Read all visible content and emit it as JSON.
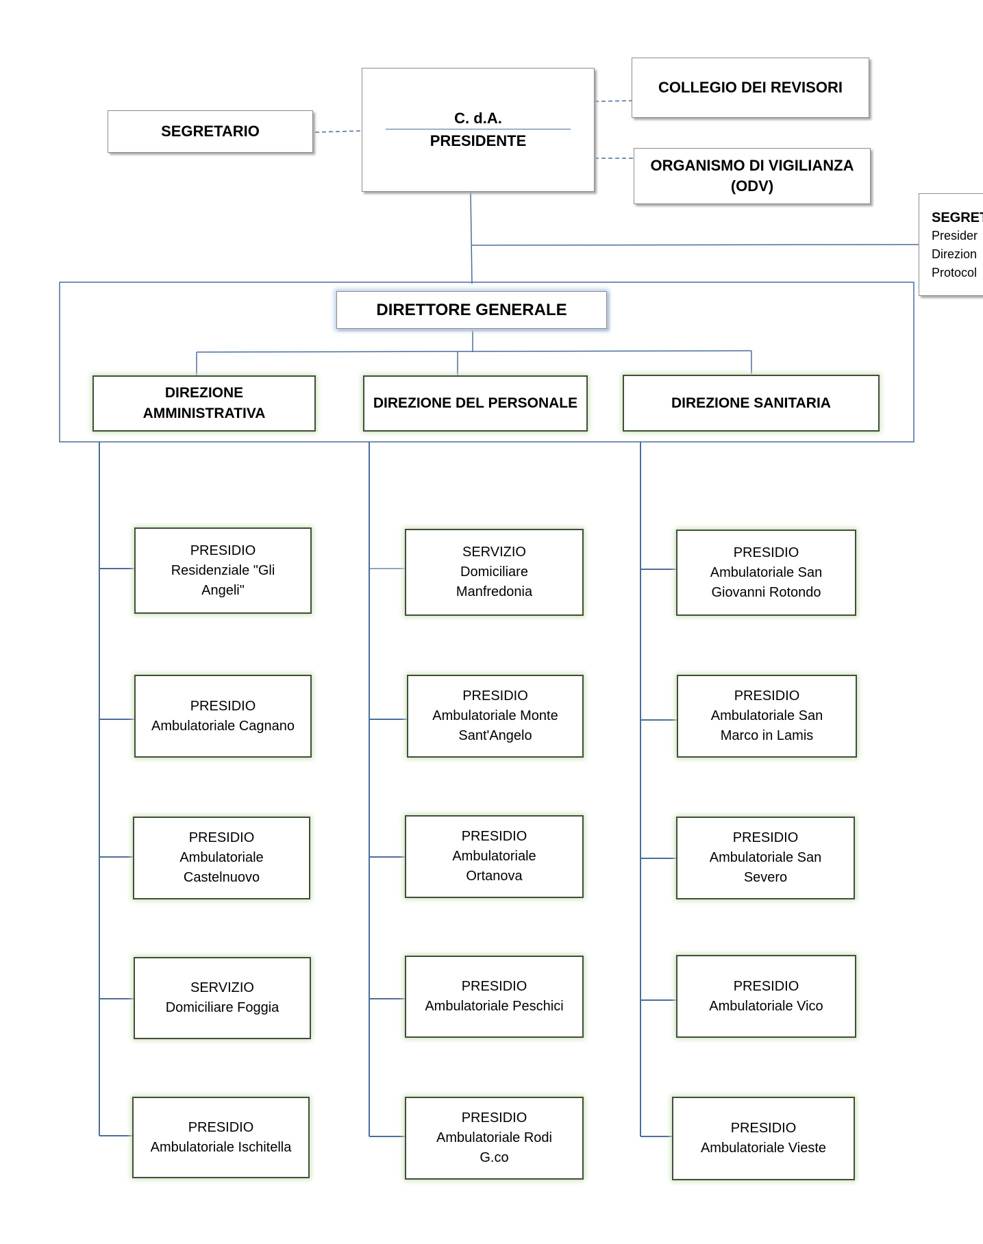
{
  "top": {
    "segretario": "SEGRETARIO",
    "cda": "C. d.A.",
    "presidente": "PRESIDENTE",
    "collegio": "COLLEGIO DEI REVISORI",
    "organismo": [
      "ORGANISMO DI VIGILIANZA",
      "(ODV)"
    ],
    "segreteria_cut": {
      "title": "SEGRET",
      "lines": [
        "Presider",
        "Direzion",
        "Protocol"
      ]
    }
  },
  "direttore_generale": "DIRETTORE GENERALE",
  "direzioni": {
    "amministrativa": [
      "DIREZIONE",
      "AMMINISTRATIVA"
    ],
    "personale": "DIREZIONE DEL PERSONALE",
    "sanitaria": "DIREZIONE SANITARIA"
  },
  "columns": {
    "amministrativa": [
      [
        "PRESIDIO",
        "Residenziale \"Gli",
        "Angeli\""
      ],
      [
        "PRESIDIO",
        "Ambulatoriale Cagnano"
      ],
      [
        "PRESIDIO",
        "Ambulatoriale",
        "Castelnuovo"
      ],
      [
        "SERVIZIO",
        "Domiciliare Foggia"
      ],
      [
        "PRESIDIO",
        "Ambulatoriale Ischitella"
      ]
    ],
    "personale": [
      [
        "SERVIZIO",
        "Domiciliare",
        "Manfredonia"
      ],
      [
        "PRESIDIO",
        "Ambulatoriale Monte",
        "Sant'Angelo"
      ],
      [
        "PRESIDIO",
        "Ambulatoriale",
        "Ortanova"
      ],
      [
        "PRESIDIO",
        "Ambulatoriale Peschici"
      ],
      [
        "PRESIDIO",
        "Ambulatoriale Rodi",
        "G.co"
      ]
    ],
    "sanitaria": [
      [
        "PRESIDIO",
        "Ambulatoriale San",
        "Giovanni Rotondo"
      ],
      [
        "PRESIDIO",
        "Ambulatoriale San",
        "Marco in Lamis"
      ],
      [
        "PRESIDIO",
        "Ambulatoriale San",
        "Severo"
      ],
      [
        "PRESIDIO",
        "Ambulatoriale Vico"
      ],
      [
        "PRESIDIO",
        "Ambulatoriale Vieste"
      ]
    ]
  },
  "colors": {
    "connector": "#4a6d9c",
    "green_glow": "#cfe3bd",
    "blue_glow": "#bcd1ea"
  }
}
